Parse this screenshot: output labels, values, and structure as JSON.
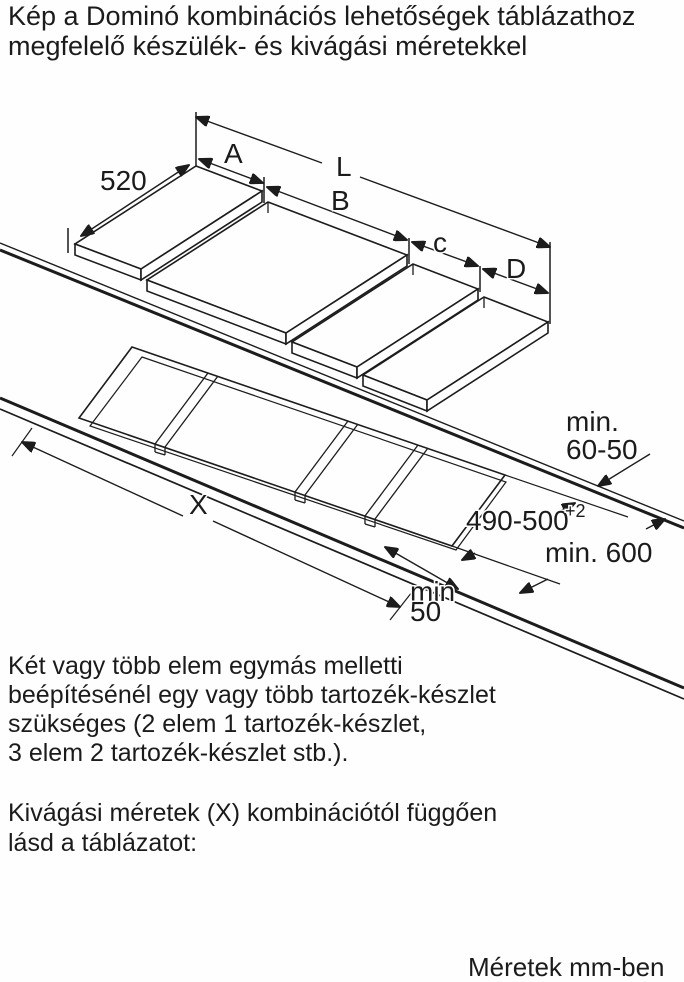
{
  "title": "Kép a Dominó kombinációs lehetőségek táblázathoz\nmegfelelő készülék- és kivágási méretekkel",
  "diagram": {
    "labels": {
      "module_depth": "520",
      "dim_a": "A",
      "dim_l": "L",
      "dim_b": "B",
      "dim_c": "c",
      "dim_d": "D",
      "cutout_length": "X",
      "min_back_clearance_line1": "min.",
      "min_back_clearance_line2": "60-50",
      "cutout_depth": "490-500",
      "cutout_depth_tolerance": "+2",
      "min_worktop_depth": "min. 600",
      "min_front_clearance_line1": "min",
      "min_front_clearance_line2": "50"
    }
  },
  "paragraphs": {
    "accessory_note": "Két vagy több elem egymás melletti\nbeépítésénél egy vagy több tartozék-készlet\nszükséges (2 elem 1 tartozék-készlet,\n3 elem 2 tartozék-készlet stb.).",
    "cutout_note": "Kivágási méretek (X) kombinációtól függően\nlásd a táblázatot:"
  },
  "footer": {
    "units_note": "Méretek mm-ben"
  }
}
